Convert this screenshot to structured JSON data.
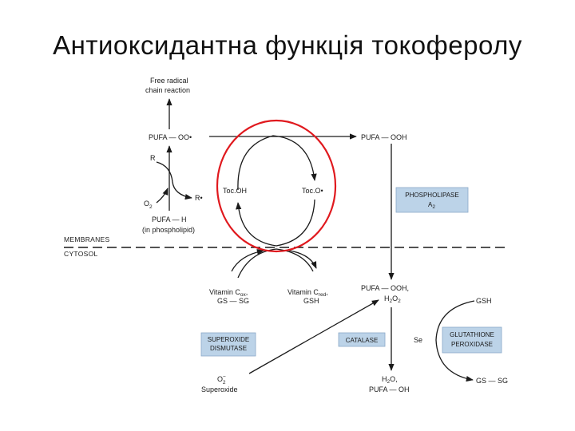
{
  "title": "Антиоксидантна функція токоферолу",
  "labels": {
    "free_radical_1": "Free radical",
    "free_radical_2": "chain reaction",
    "pufa_oo": "PUFA — OO•",
    "pufa_ooh_top": "PUFA — OOH",
    "r": "R",
    "r_dot": "R•",
    "o2": "O",
    "o2_sub": "2",
    "pufa_h": "PUFA — H",
    "in_phospholipid": "(in phospholipid)",
    "tocoh": "Toc.OH",
    "tocdot": "Toc.O•",
    "membranes": "MEMBRANES",
    "cytosol": "CYTOSOL",
    "vitc_ox": "Vitamin C",
    "vitc_ox_sub": "ox",
    "gs_sg_left": "GS — SG",
    "vitc_red": "Vitamin C",
    "vitc_red_sub": "red",
    "gsh_left": "GSH",
    "pufa_ooh_low": "PUFA — OOH,",
    "h2o2": "H",
    "h2o2_sub": "2",
    "h2o2_tail": "O",
    "h2o2_sub2": "2",
    "se": "Se",
    "gsh_right": "GSH",
    "gs_sg_right": "GS — SG",
    "o2_sup": "O",
    "o2_sup_sup": "−",
    "o2_sup_sub": "2",
    "superoxide": "Superoxide",
    "h2o_line": "H",
    "h2o_sub": "2",
    "h2o_tail": "O,",
    "pufa_oh": "PUFA — OH"
  },
  "boxes": {
    "phospholipase_1": "PHOSPHOLIPASE",
    "phospholipase_2": "A",
    "phospholipase_sub": "2",
    "superoxide_dismutase_1": "SUPEROXIDE",
    "superoxide_dismutase_2": "DISMUTASE",
    "catalase": "CATALASE",
    "glutathione_1": "GLUTATHIONE",
    "glutathione_2": "PEROXIDASE"
  },
  "colors": {
    "enzyme_box": "#bcd3e8",
    "highlight_ring": "#e0191e",
    "ink": "#1a1a1a"
  }
}
